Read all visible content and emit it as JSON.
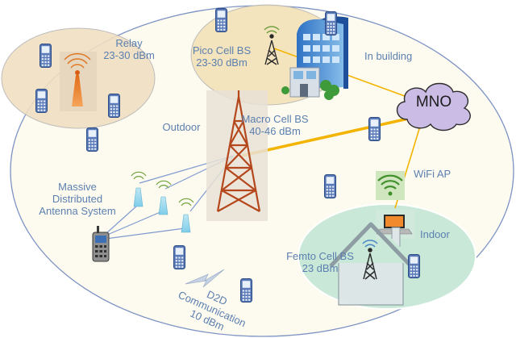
{
  "labels": {
    "relay": [
      "Relay",
      "23-30 dBm"
    ],
    "pico": [
      "Pico Cell BS",
      "23-30 dBm"
    ],
    "in_building": "In building",
    "mno": "MNO",
    "macro": [
      "Macro Cell BS",
      "40-46 dBm"
    ],
    "outdoor": "Outdoor",
    "massive": [
      "Massive",
      "Distributed",
      "Antenna System"
    ],
    "wifi": "WiFi AP",
    "indoor": "Indoor",
    "femto": [
      "Femto Cell BS",
      "23 dBm"
    ],
    "d2d": [
      "D2D",
      "Communication",
      "10 dBm"
    ]
  },
  "colors": {
    "label_text": "#5b7fb0",
    "outer_cell": "#fdfbef",
    "outer_cell_border": "#7d93c4",
    "relay_zone": "#f0dfc3",
    "pico_zone": "#f4e2b8",
    "femto_zone": "#c9e8d8",
    "backhaul": "#f3b400",
    "link": "#7f9ad0",
    "phone": "#5a7ab8",
    "mno_cloud": "#cbbce6"
  },
  "icons": [
    "phone-icon",
    "tower-icon",
    "building-icon",
    "cloud-icon",
    "antenna-icon",
    "house-icon",
    "laptop-icon",
    "wifi-icon",
    "lightning-icon"
  ]
}
